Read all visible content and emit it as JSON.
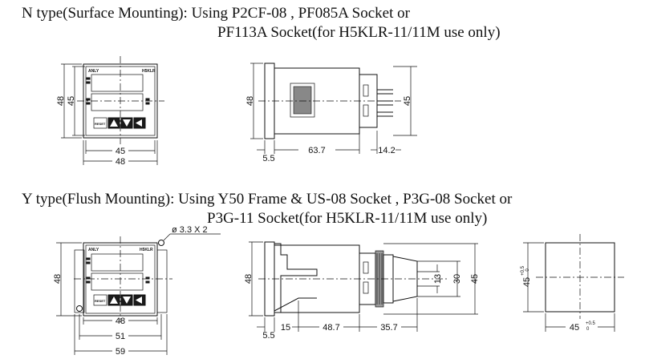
{
  "n_type": {
    "line1": "N type(Surface Mounting): Using P2CF-08 , PF085A Socket or",
    "line2": "PF113A Socket(for H5KLR-11/11M use only)",
    "front": {
      "brand": "ANLY",
      "model": "H5KLR",
      "reset": "RESET",
      "height": "48",
      "inner_height": "45",
      "width": "45",
      "outer_width": "48"
    },
    "side": {
      "height": "48",
      "body": "63.7",
      "socket": "14.2",
      "pins_height": "45",
      "bezel": "5.5"
    }
  },
  "y_type": {
    "line1": "Y type(Flush Mounting): Using Y50 Frame & US-08 Socket , P3G-08 Socket or",
    "line2": "P3G-11 Socket(for H5KLR-11/11M use only)",
    "hole_note": "ø 3.3 X 2",
    "front": {
      "brand": "ANLY",
      "model": "H5KLR",
      "reset": "RESET",
      "height": "48",
      "w1": "48",
      "w2": "51",
      "w3": "59"
    },
    "side": {
      "height": "48",
      "bezel": "5.5",
      "seg1": "15",
      "seg2": "48.7",
      "seg3": "35.7",
      "d13": "13",
      "d30": "30",
      "d45": "45"
    },
    "cutout": {
      "height": "45",
      "width": "45",
      "tol_plus": "+0.5",
      "tol_minus": "0"
    }
  }
}
